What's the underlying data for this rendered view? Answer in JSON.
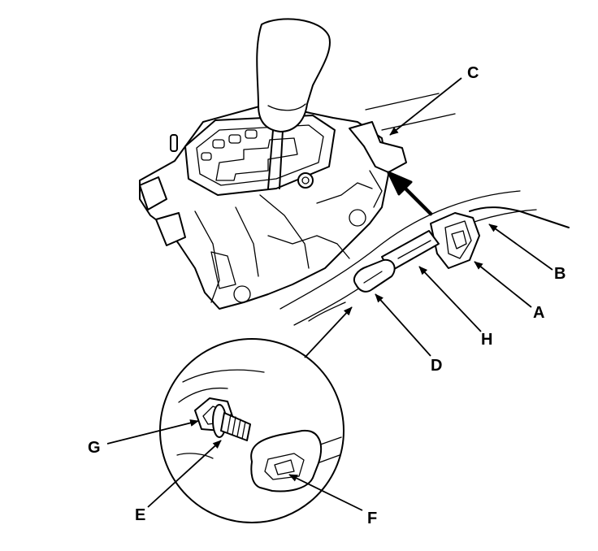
{
  "labels": {
    "A": "A",
    "B": "B",
    "C": "C",
    "D": "D",
    "E": "E",
    "F": "F",
    "G": "G",
    "H": "H"
  },
  "colors": {
    "line": "#000000",
    "background": "#ffffff"
  }
}
